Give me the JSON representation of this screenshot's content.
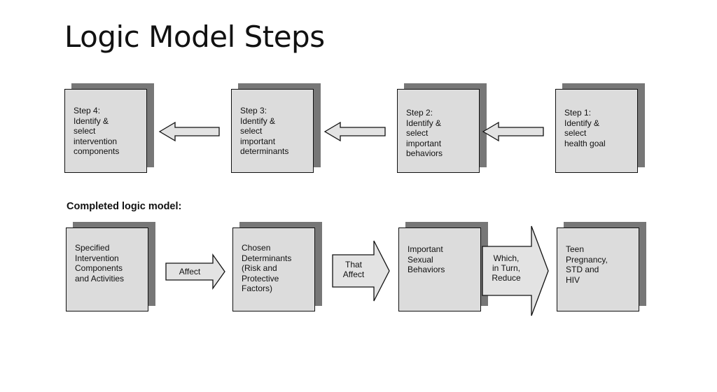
{
  "slide": {
    "title": "Logic Model Steps"
  },
  "steps": [
    {
      "text": "Step 4:\nIdentify &\nselect\nintervention\ncomponents"
    },
    {
      "text": "Step 3:\nIdentify &\nselect\nimportant\ndeterminants"
    },
    {
      "text": "Step 2:\nIdentify &\nselect\nimportant\nbehaviors"
    },
    {
      "text": "Step 1:\nIdentify &\nselect\nhealth goal"
    }
  ],
  "completed": {
    "label": "Completed logic model:",
    "boxes": [
      {
        "text": "Specified\nIntervention\nComponents\nand Activities"
      },
      {
        "text": "Chosen\nDeterminants\n(Risk and\nProtective\nFactors)"
      },
      {
        "text": "Important\nSexual\nBehaviors"
      },
      {
        "text": "Teen\nPregnancy,\nSTD and\nHIV"
      }
    ],
    "arrows": [
      {
        "text": "Affect"
      },
      {
        "text": "That\nAffect"
      },
      {
        "text": "Which,\nin Turn,\nReduce"
      }
    ]
  }
}
